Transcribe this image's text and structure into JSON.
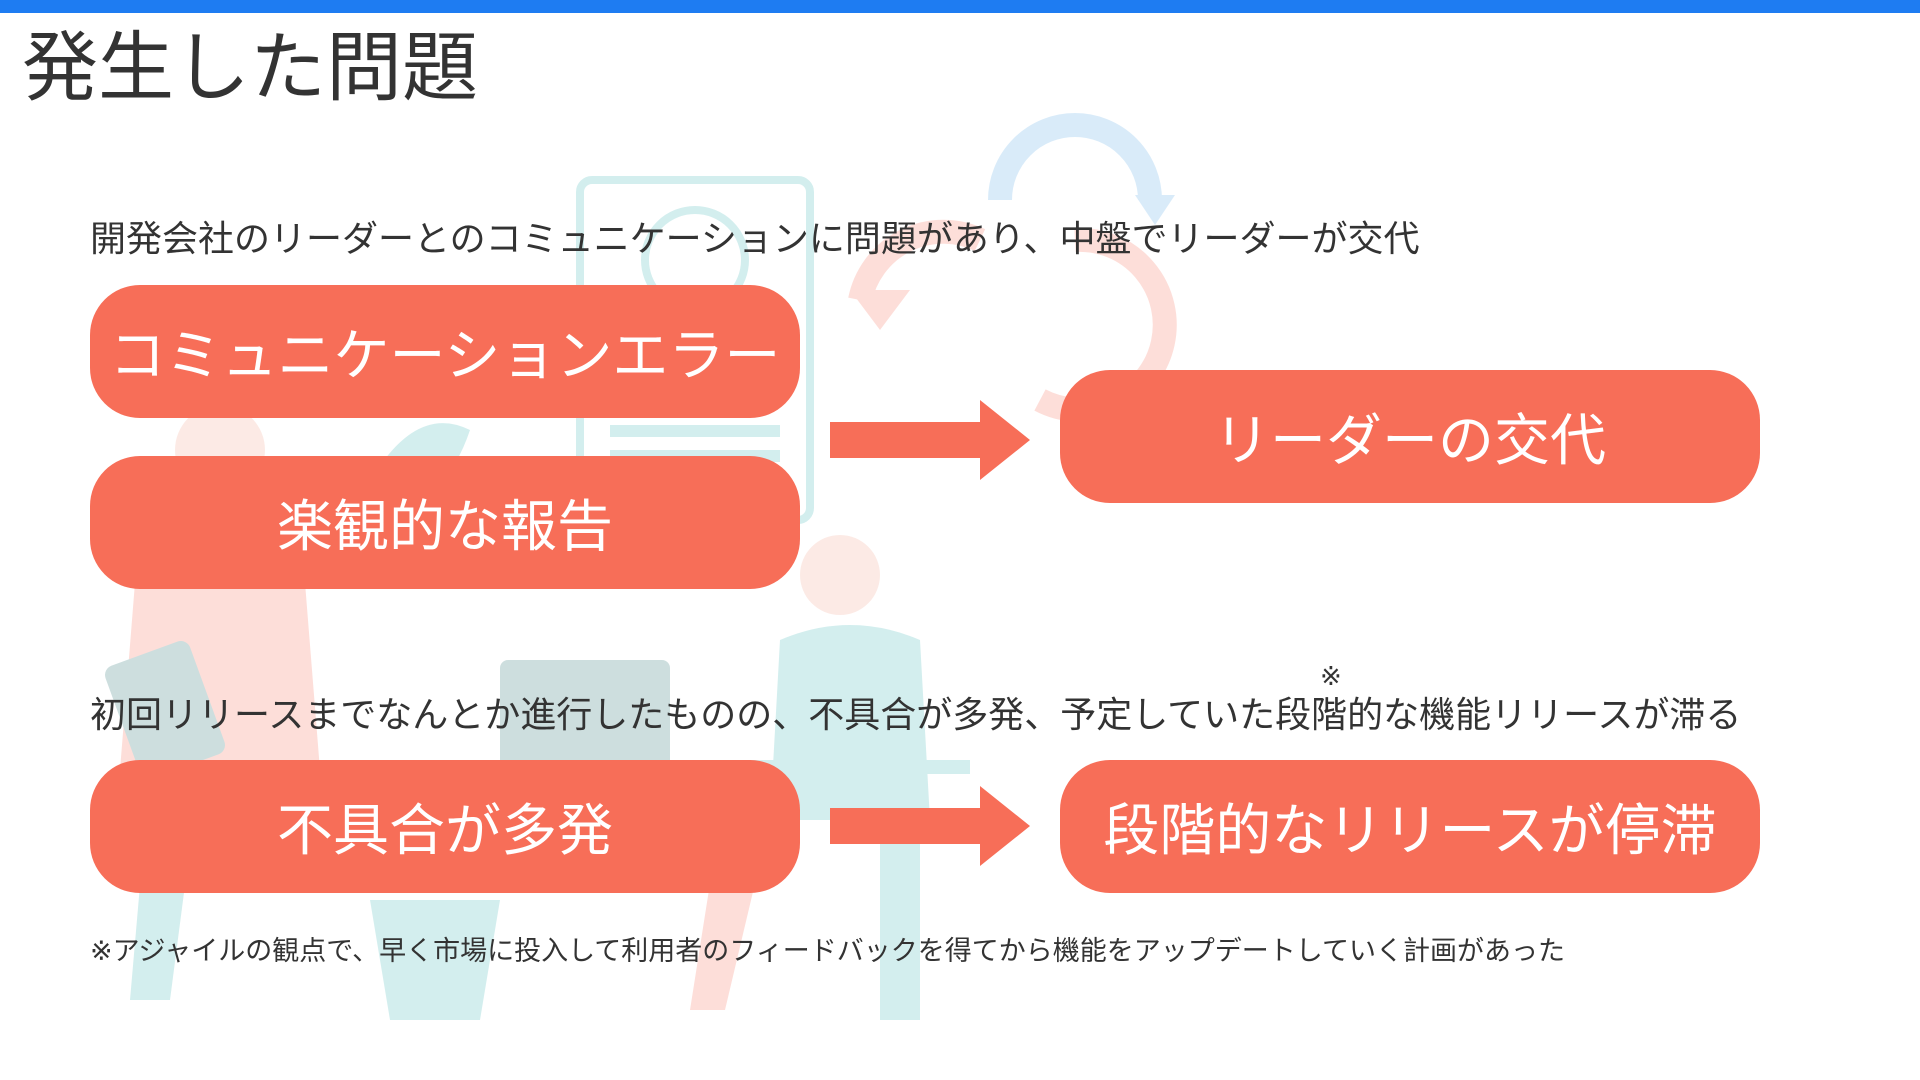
{
  "theme": {
    "accent": "#1E7CF2",
    "pill": "#F76E58"
  },
  "slide": {
    "title": "発生した問題",
    "section1": {
      "caption": "開発会社のリーダーとのコミュニケーションに問題があり、中盤でリーダーが交代",
      "causes": [
        "コミュニケーションエラー",
        "楽観的な報告"
      ],
      "result": "リーダーの交代"
    },
    "section2": {
      "note_mark": "※",
      "caption": "初回リリースまでなんとか進行したものの、不具合が多発、予定していた段階的な機能リリースが滞る",
      "cause": "不具合が多発",
      "result": "段階的なリリースが停滞"
    },
    "footnote": "※アジャイルの観点で、早く市場に投入して利用者のフィードバックを得てから機能をアップデートしていく計画があった"
  },
  "icons": {
    "arrow": "right-arrow-icon",
    "illustration": "team-meeting-illustration"
  }
}
